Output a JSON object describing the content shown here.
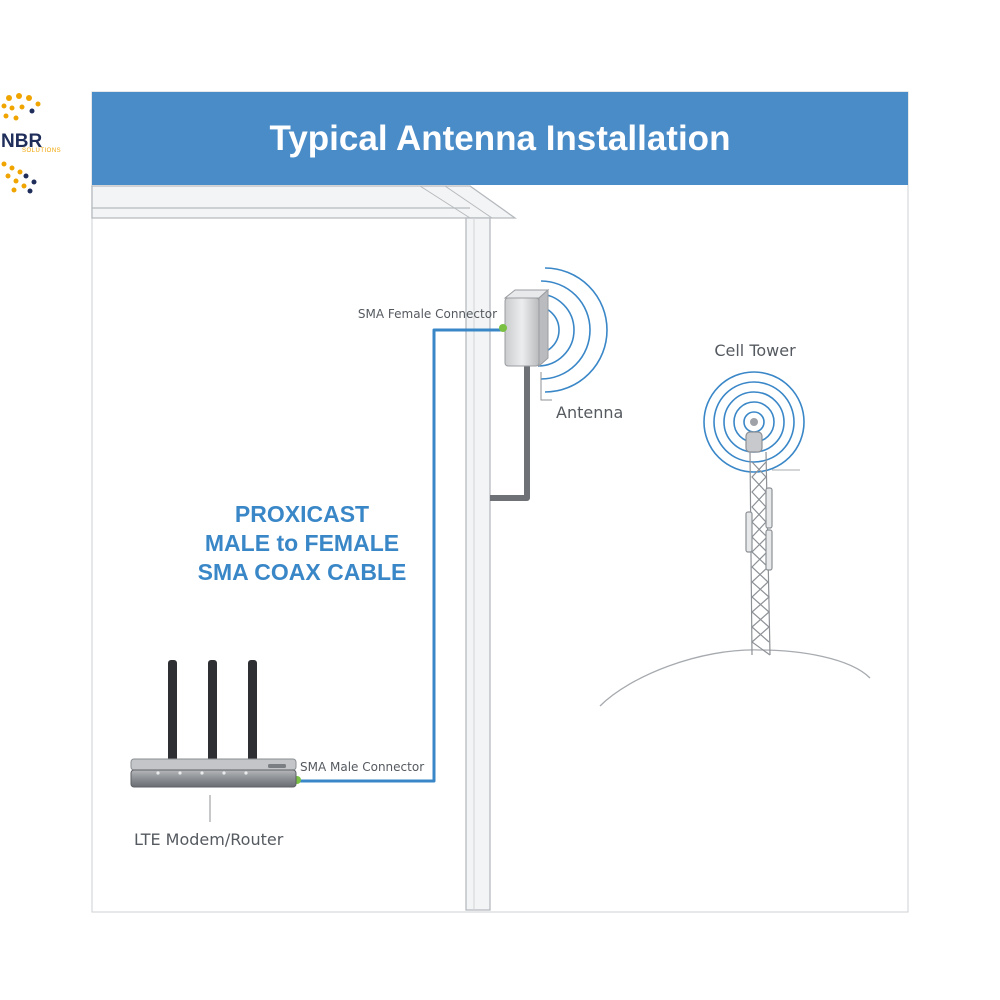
{
  "title": "Typical Antenna Installation",
  "logo": {
    "name": "NBR",
    "subtitle": "SOLUTIONS"
  },
  "labels": {
    "sma_female": "SMA Female Connector",
    "antenna": "Antenna",
    "cell_tower": "Cell Tower",
    "sma_male": "SMA Male Connector",
    "modem": "LTE Modem/Router"
  },
  "cable_text": [
    "PROXICAST",
    "MALE to FEMALE",
    "SMA COAX CABLE"
  ],
  "colors": {
    "banner": "#4a8cc8",
    "cable_text": "#3a87c8",
    "cable": "#3a87c8",
    "connector": "#7ac143",
    "logo_orange": "#f0a400",
    "logo_navy": "#1f2d5a"
  }
}
